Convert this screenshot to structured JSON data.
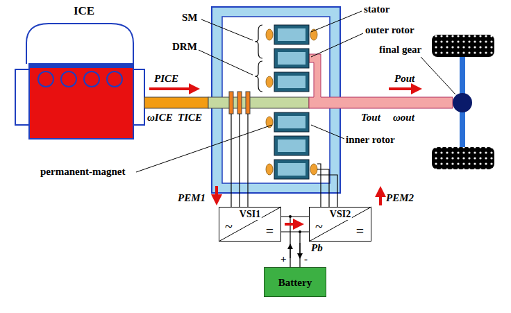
{
  "diagram": {
    "nodes": [
      {
        "text": [
          "ICE"
        ]
      },
      {
        "text": [
          "VSI1",
          "~",
          "="
        ]
      },
      {
        "text": [
          "VSI2",
          "~",
          "="
        ]
      },
      {
        "text": [
          "Battery"
        ]
      }
    ],
    "edges": [
      {
        "from": 1,
        "to": 2,
        "arrow": "none"
      }
    ],
    "labels": [
      "SM",
      "DRM",
      "stator",
      "outer rotor",
      "final gear",
      "PICE",
      "ωICE",
      "TICE",
      "Pout",
      "Tout",
      "ωout",
      "inner rotor",
      "permanent-magnet",
      "PEM1",
      "PEM2",
      "Pb",
      "+",
      "-"
    ]
  }
}
